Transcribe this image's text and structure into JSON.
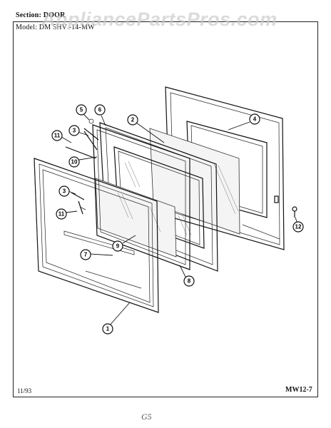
{
  "header": {
    "section_label": "Section:",
    "section_value": "DOOR",
    "model_label": "Model:",
    "model_value": "DM 5HV -14-MW"
  },
  "watermark": "AppliancePartsPros.com",
  "footer": {
    "date": "11/93",
    "page_code": "MW12-7",
    "handwritten_note": "G5"
  },
  "callouts": [
    "1",
    "2",
    "3",
    "3",
    "4",
    "5",
    "6",
    "7",
    "8",
    "9",
    "10",
    "11",
    "11",
    "12"
  ]
}
